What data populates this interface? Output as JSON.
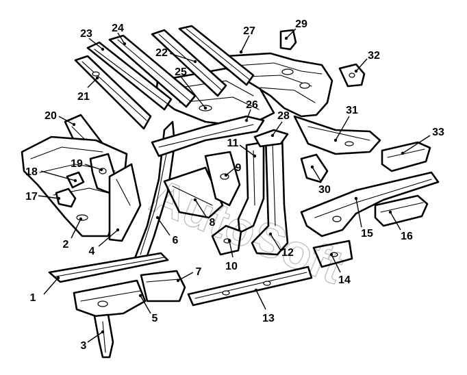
{
  "watermark": {
    "text": "AutoSoft"
  },
  "callouts": [
    {
      "id": "1",
      "label": "1"
    },
    {
      "id": "2",
      "label": "2"
    },
    {
      "id": "3",
      "label": "3"
    },
    {
      "id": "4",
      "label": "4"
    },
    {
      "id": "5",
      "label": "5"
    },
    {
      "id": "6",
      "label": "6"
    },
    {
      "id": "7",
      "label": "7"
    },
    {
      "id": "8",
      "label": "8"
    },
    {
      "id": "9",
      "label": "9"
    },
    {
      "id": "10",
      "label": "10"
    },
    {
      "id": "11",
      "label": "11"
    },
    {
      "id": "12",
      "label": "12"
    },
    {
      "id": "13",
      "label": "13"
    },
    {
      "id": "14",
      "label": "14"
    },
    {
      "id": "15",
      "label": "15"
    },
    {
      "id": "16",
      "label": "16"
    },
    {
      "id": "17",
      "label": "17"
    },
    {
      "id": "18",
      "label": "18"
    },
    {
      "id": "19",
      "label": "19"
    },
    {
      "id": "20",
      "label": "20"
    },
    {
      "id": "21",
      "label": "21"
    },
    {
      "id": "22",
      "label": "22"
    },
    {
      "id": "23",
      "label": "23"
    },
    {
      "id": "24",
      "label": "24"
    },
    {
      "id": "25",
      "label": "25"
    },
    {
      "id": "26",
      "label": "26"
    },
    {
      "id": "27",
      "label": "27"
    },
    {
      "id": "28",
      "label": "28"
    },
    {
      "id": "29",
      "label": "29"
    },
    {
      "id": "30",
      "label": "30"
    },
    {
      "id": "31",
      "label": "31"
    },
    {
      "id": "32",
      "label": "32"
    },
    {
      "id": "33",
      "label": "33"
    }
  ]
}
